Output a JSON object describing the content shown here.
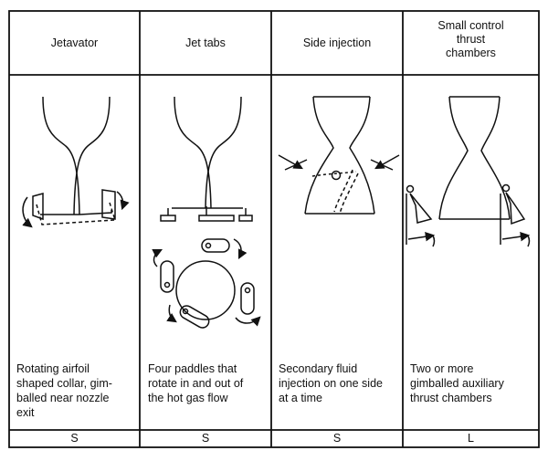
{
  "columns": [
    {
      "header": [
        "Jetavator"
      ],
      "description": [
        "Rotating airfoil",
        "shaped collar, gim-",
        "balled near nozzle",
        "exit"
      ],
      "code": "S"
    },
    {
      "header": [
        "Jet tabs"
      ],
      "description": [
        "Four paddles that",
        "rotate in and out of",
        "the hot gas flow"
      ],
      "code": "S"
    },
    {
      "header": [
        "Side injection"
      ],
      "description": [
        "Secondary fluid",
        "injection on one side",
        "at a time"
      ],
      "code": "S"
    },
    {
      "header": [
        "Small control",
        "thrust",
        "chambers"
      ],
      "description": [
        "Two or more",
        "gimballed auxiliary",
        "thrust chambers"
      ],
      "code": "L"
    }
  ],
  "colors": {
    "ink": "#111111",
    "background": "#ffffff"
  }
}
